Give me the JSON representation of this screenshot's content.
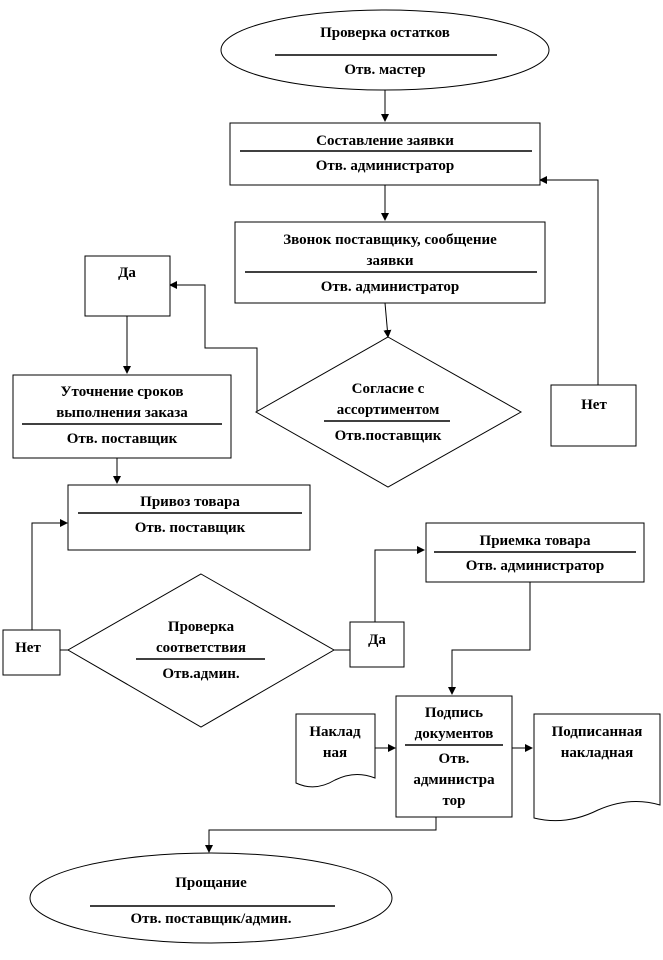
{
  "nodes": {
    "check_stock": {
      "title": "Проверка остатков",
      "resp": "Отв. мастер"
    },
    "make_order": {
      "title": "Составление заявки",
      "resp": "Отв. администратор"
    },
    "call_supplier": {
      "title_line1": "Звонок поставщику, сообщение",
      "title_line2": "заявки",
      "resp": "Отв. администратор"
    },
    "assortment": {
      "title_line1": "Согласие с",
      "title_line2": "ассортиментом",
      "resp": "Отв.поставщик"
    },
    "yes_top": {
      "label": "Да"
    },
    "no_right": {
      "label": "Нет"
    },
    "clarify_terms": {
      "title_line1": "Уточнение сроков",
      "title_line2": "выполнения заказа",
      "resp": "Отв. поставщик"
    },
    "delivery": {
      "title": "Привоз товара",
      "resp": "Отв. поставщик"
    },
    "check_conformity": {
      "title_line1": "Проверка",
      "title_line2": "соответствия",
      "resp": "Отв.админ."
    },
    "no_left": {
      "label": "Нет"
    },
    "yes_mid": {
      "label": "Да"
    },
    "accept": {
      "title": "Приемка товара",
      "resp": "Отв. администратор"
    },
    "invoice": {
      "line1": "Наклад",
      "line2": "ная"
    },
    "sign_docs": {
      "line1": "Подпись",
      "line2": "документов",
      "resp_line1": "Отв.",
      "resp_line2": "администра",
      "resp_line3": "тор"
    },
    "signed_invoice": {
      "line1": "Подписанная",
      "line2": "накладная"
    },
    "farewell": {
      "title": "Прощание",
      "resp": "Отв. поставщик/админ."
    }
  }
}
